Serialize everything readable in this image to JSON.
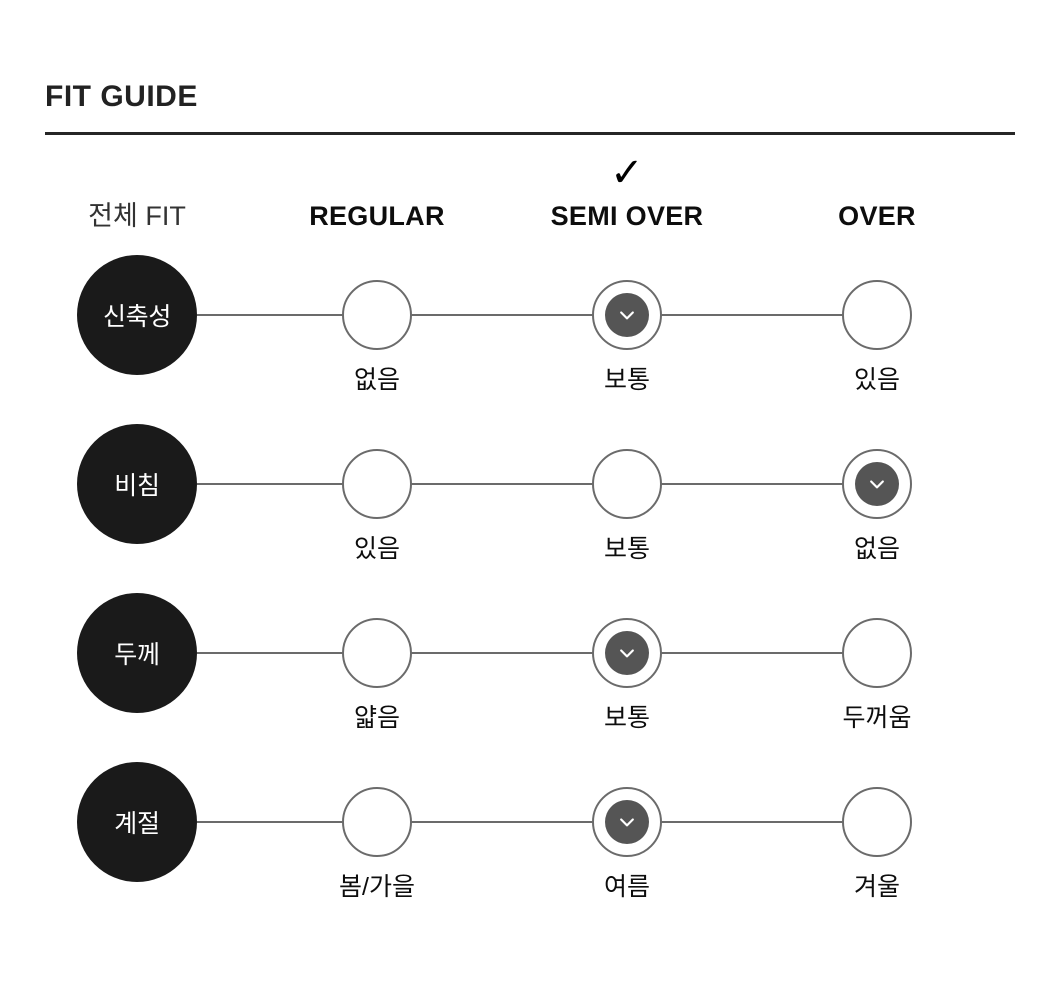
{
  "header": {
    "title": "FIT GUIDE"
  },
  "table": {
    "row_header_label": "전체 FIT",
    "columns": [
      {
        "label": "REGULAR",
        "selected_marker": ""
      },
      {
        "label": "SEMI OVER",
        "selected_marker": "✓"
      },
      {
        "label": "OVER",
        "selected_marker": ""
      }
    ],
    "rows": [
      {
        "label": "신축성",
        "options": [
          "없음",
          "보통",
          "있음"
        ],
        "selected_index": 1
      },
      {
        "label": "비침",
        "options": [
          "있음",
          "보통",
          "없음"
        ],
        "selected_index": 2
      },
      {
        "label": "두께",
        "options": [
          "얇음",
          "보통",
          "두꺼움"
        ],
        "selected_index": 1
      },
      {
        "label": "계절",
        "options": [
          "봄/가을",
          "여름",
          "겨울"
        ],
        "selected_index": 1
      }
    ]
  },
  "colors": {
    "title_text": "#222222",
    "divider": "#262626",
    "row_label_bg": "#1a1a1a",
    "row_label_text": "#ffffff",
    "node_border": "#6b6b6b",
    "node_selected_fill": "#555555",
    "line": "#6b6b6b",
    "caption_text": "#0d0d0d"
  }
}
